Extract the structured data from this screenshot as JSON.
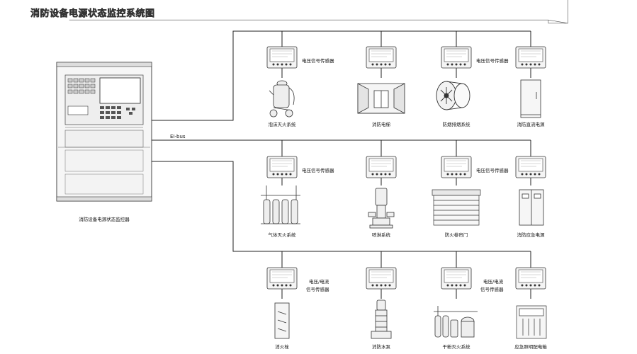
{
  "title": "消防设备电源状态监控系统图",
  "bus_label": "EI-bus",
  "controller_label": "消防设备电源状态监控器",
  "rows": [
    {
      "sensor_labels": [
        "电压信号传感器",
        "电压信号传感器"
      ],
      "devices": [
        {
          "label": "泡沫灭火系统",
          "icon": "foam-extinguisher-icon"
        },
        {
          "label": "消防电梯",
          "icon": "elevator-icon"
        },
        {
          "label": "防烟排烟系统",
          "icon": "fan-icon"
        },
        {
          "label": "消防直流电源",
          "icon": "dc-cabinet-icon"
        }
      ]
    },
    {
      "sensor_labels": [
        "电压信号传感器",
        "电压信号传感器"
      ],
      "devices": [
        {
          "label": "气体灭火系统",
          "icon": "gas-cylinders-icon"
        },
        {
          "label": "喷淋系统",
          "icon": "sprinkler-pump-icon"
        },
        {
          "label": "防火卷帘门",
          "icon": "rolling-shutter-icon"
        },
        {
          "label": "消防应急电源",
          "icon": "emergency-power-icon"
        }
      ]
    },
    {
      "sensor_labels": [
        [
          "电压/电流",
          "信号传感器"
        ],
        [
          "电压/电流",
          "信号传感器"
        ]
      ],
      "devices": [
        {
          "label": "消火栓",
          "icon": "hydrant-cabinet-icon"
        },
        {
          "label": "消防水泵",
          "icon": "water-pump-icon"
        },
        {
          "label": "干粉灭火系统",
          "icon": "dry-powder-icon"
        },
        {
          "label": "应急照明配电箱",
          "icon": "lighting-box-icon"
        }
      ]
    }
  ]
}
